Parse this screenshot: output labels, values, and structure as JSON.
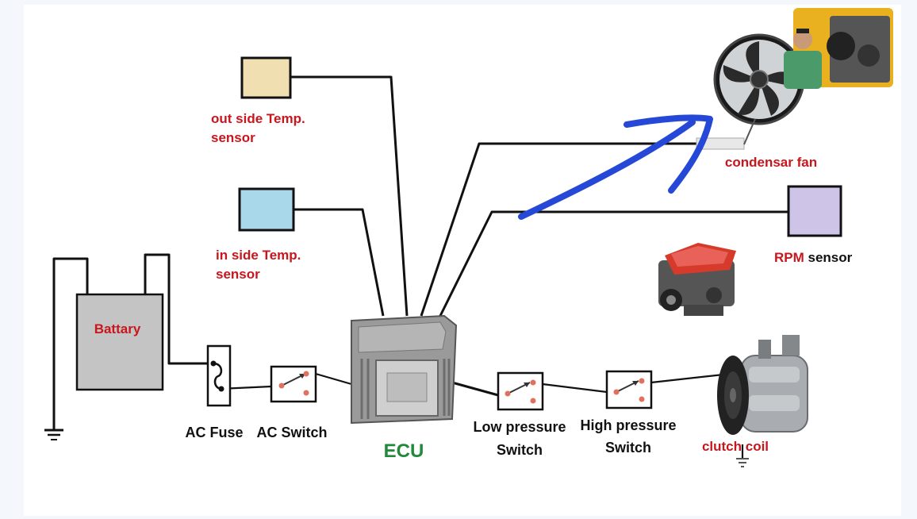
{
  "labels": {
    "outside_sensor": [
      "out side Temp.",
      "sensor"
    ],
    "inside_sensor": [
      "in side Temp.",
      "sensor"
    ],
    "battery": "Battary",
    "ac_fuse": "AC Fuse",
    "ac_switch": "AC Switch",
    "ecu": "ECU",
    "low_pressure": [
      "Low pressure",
      "Switch"
    ],
    "high_pressure": [
      "High pressure",
      "Switch"
    ],
    "clutch_coil": "clutch coil",
    "condenser_fan": "condensar fan",
    "rpm_prefix": "RPM",
    "rpm_suffix": " sensor"
  },
  "colors": {
    "outside_sensor_box": "#f0dfb0",
    "inside_sensor_box": "#a8d8ea",
    "rpm_sensor_box": "#cdc4e8",
    "battery_box": "#c4c4c4",
    "label_red": "#c8161d",
    "label_green": "#1f8a3a",
    "annotation_arrow": "#2549d6"
  },
  "icons": [
    "ground-symbol-icon",
    "fuse-icon",
    "switch-icon",
    "ecu-module-icon",
    "fan-icon",
    "engine-icon",
    "compressor-icon"
  ]
}
